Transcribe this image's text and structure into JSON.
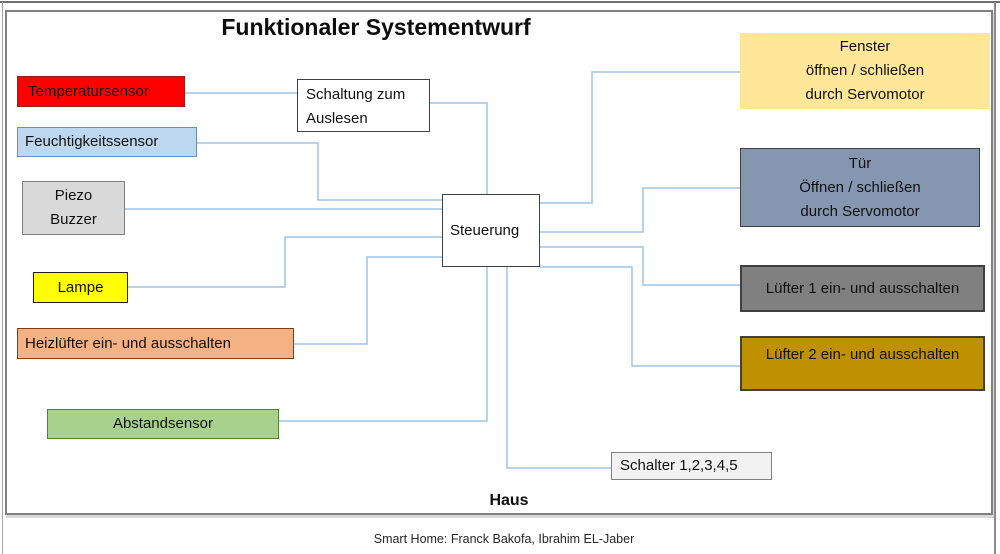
{
  "title": "Funktionaler Systementwurf",
  "frame_label": "Haus",
  "caption": "Smart Home: Franck Bakofa, Ibrahim EL-Jaber",
  "connector_color": "#9DC3E6",
  "nodes": {
    "temperatursensor": {
      "label": "Temperatursensor",
      "fill": "#FF0000",
      "border": "#9C1C1C"
    },
    "feuchtigkeitssensor": {
      "label": "Feuchtigkeitssensor",
      "fill": "#BDD7EE",
      "border": "#6C8EBF"
    },
    "piezo_buzzer": {
      "lines": [
        "Piezo",
        "Buzzer"
      ],
      "fill": "#D9D9D9",
      "border": "#7F7F7F"
    },
    "lampe": {
      "label": "Lampe",
      "fill": "#FFFF00",
      "border": "#1F1F1F"
    },
    "heizluefter": {
      "label": "Heizlüfter ein- und ausschalten",
      "fill": "#F4B183",
      "border": "#843C0C"
    },
    "abstandsensor": {
      "label": "Abstandsensor",
      "fill": "#A9D18E",
      "border": "#538135"
    },
    "schaltung_zum_auslesen": {
      "lines": [
        "Schaltung zum",
        "Auslesen"
      ],
      "fill": "#FFFFFF",
      "border": "#404040"
    },
    "steuerung": {
      "label": "Steuerung",
      "fill": "#FFFFFF",
      "border": "#404040"
    },
    "fenster": {
      "lines": [
        "Fenster",
        "öffnen / schließen",
        "durch Servomotor"
      ],
      "fill": "#FFE699"
    },
    "tuer": {
      "lines": [
        "Tür",
        "Öffnen / schließen",
        "durch Servomotor"
      ],
      "fill": "#8496B0",
      "border": "#404040"
    },
    "luefter1": {
      "label": "Lüfter 1 ein- und ausschalten",
      "fill": "#808080",
      "border": "#404040"
    },
    "luefter2": {
      "label": "Lüfter 2 ein- und ausschalten",
      "fill": "#BF9000",
      "border": "#404040"
    },
    "schalter": {
      "label": "Schalter 1,2,3,4,5",
      "fill": "#F2F2F2",
      "border": "#808080"
    }
  }
}
